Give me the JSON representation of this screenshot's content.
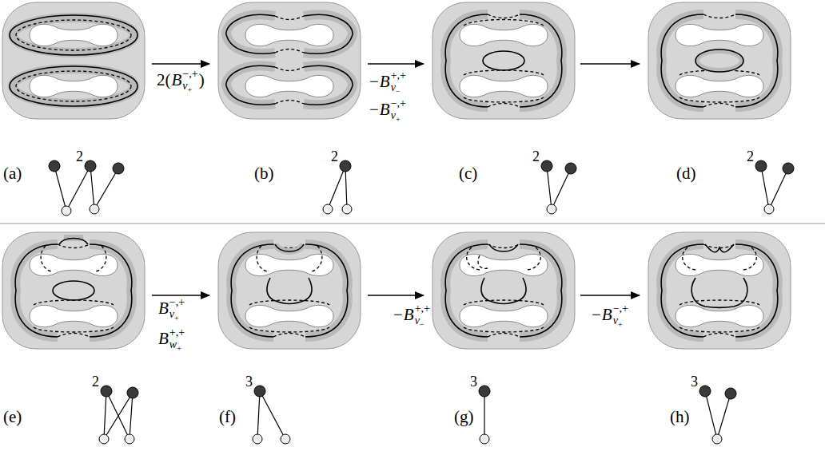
{
  "diagram": {
    "labels": [
      "(a)",
      "2",
      "(b)",
      "2",
      "(c)",
      "2",
      "(d)",
      "2",
      "(e)",
      "2",
      "(f)",
      "3",
      "(g)",
      "3",
      "(h)",
      "3",
      "2(",
      "B",
      "−,+",
      "v",
      "+",
      ")",
      "−",
      "B",
      "+,+",
      "v",
      "−",
      "−",
      "B",
      "−,+",
      "v",
      "+",
      "B",
      "−,+",
      "v",
      "+",
      "B",
      "+,+",
      "w",
      "+",
      "−",
      "B",
      "+,+",
      "v",
      "−",
      "−",
      "B",
      "−,+",
      "v",
      "+"
    ]
  }
}
